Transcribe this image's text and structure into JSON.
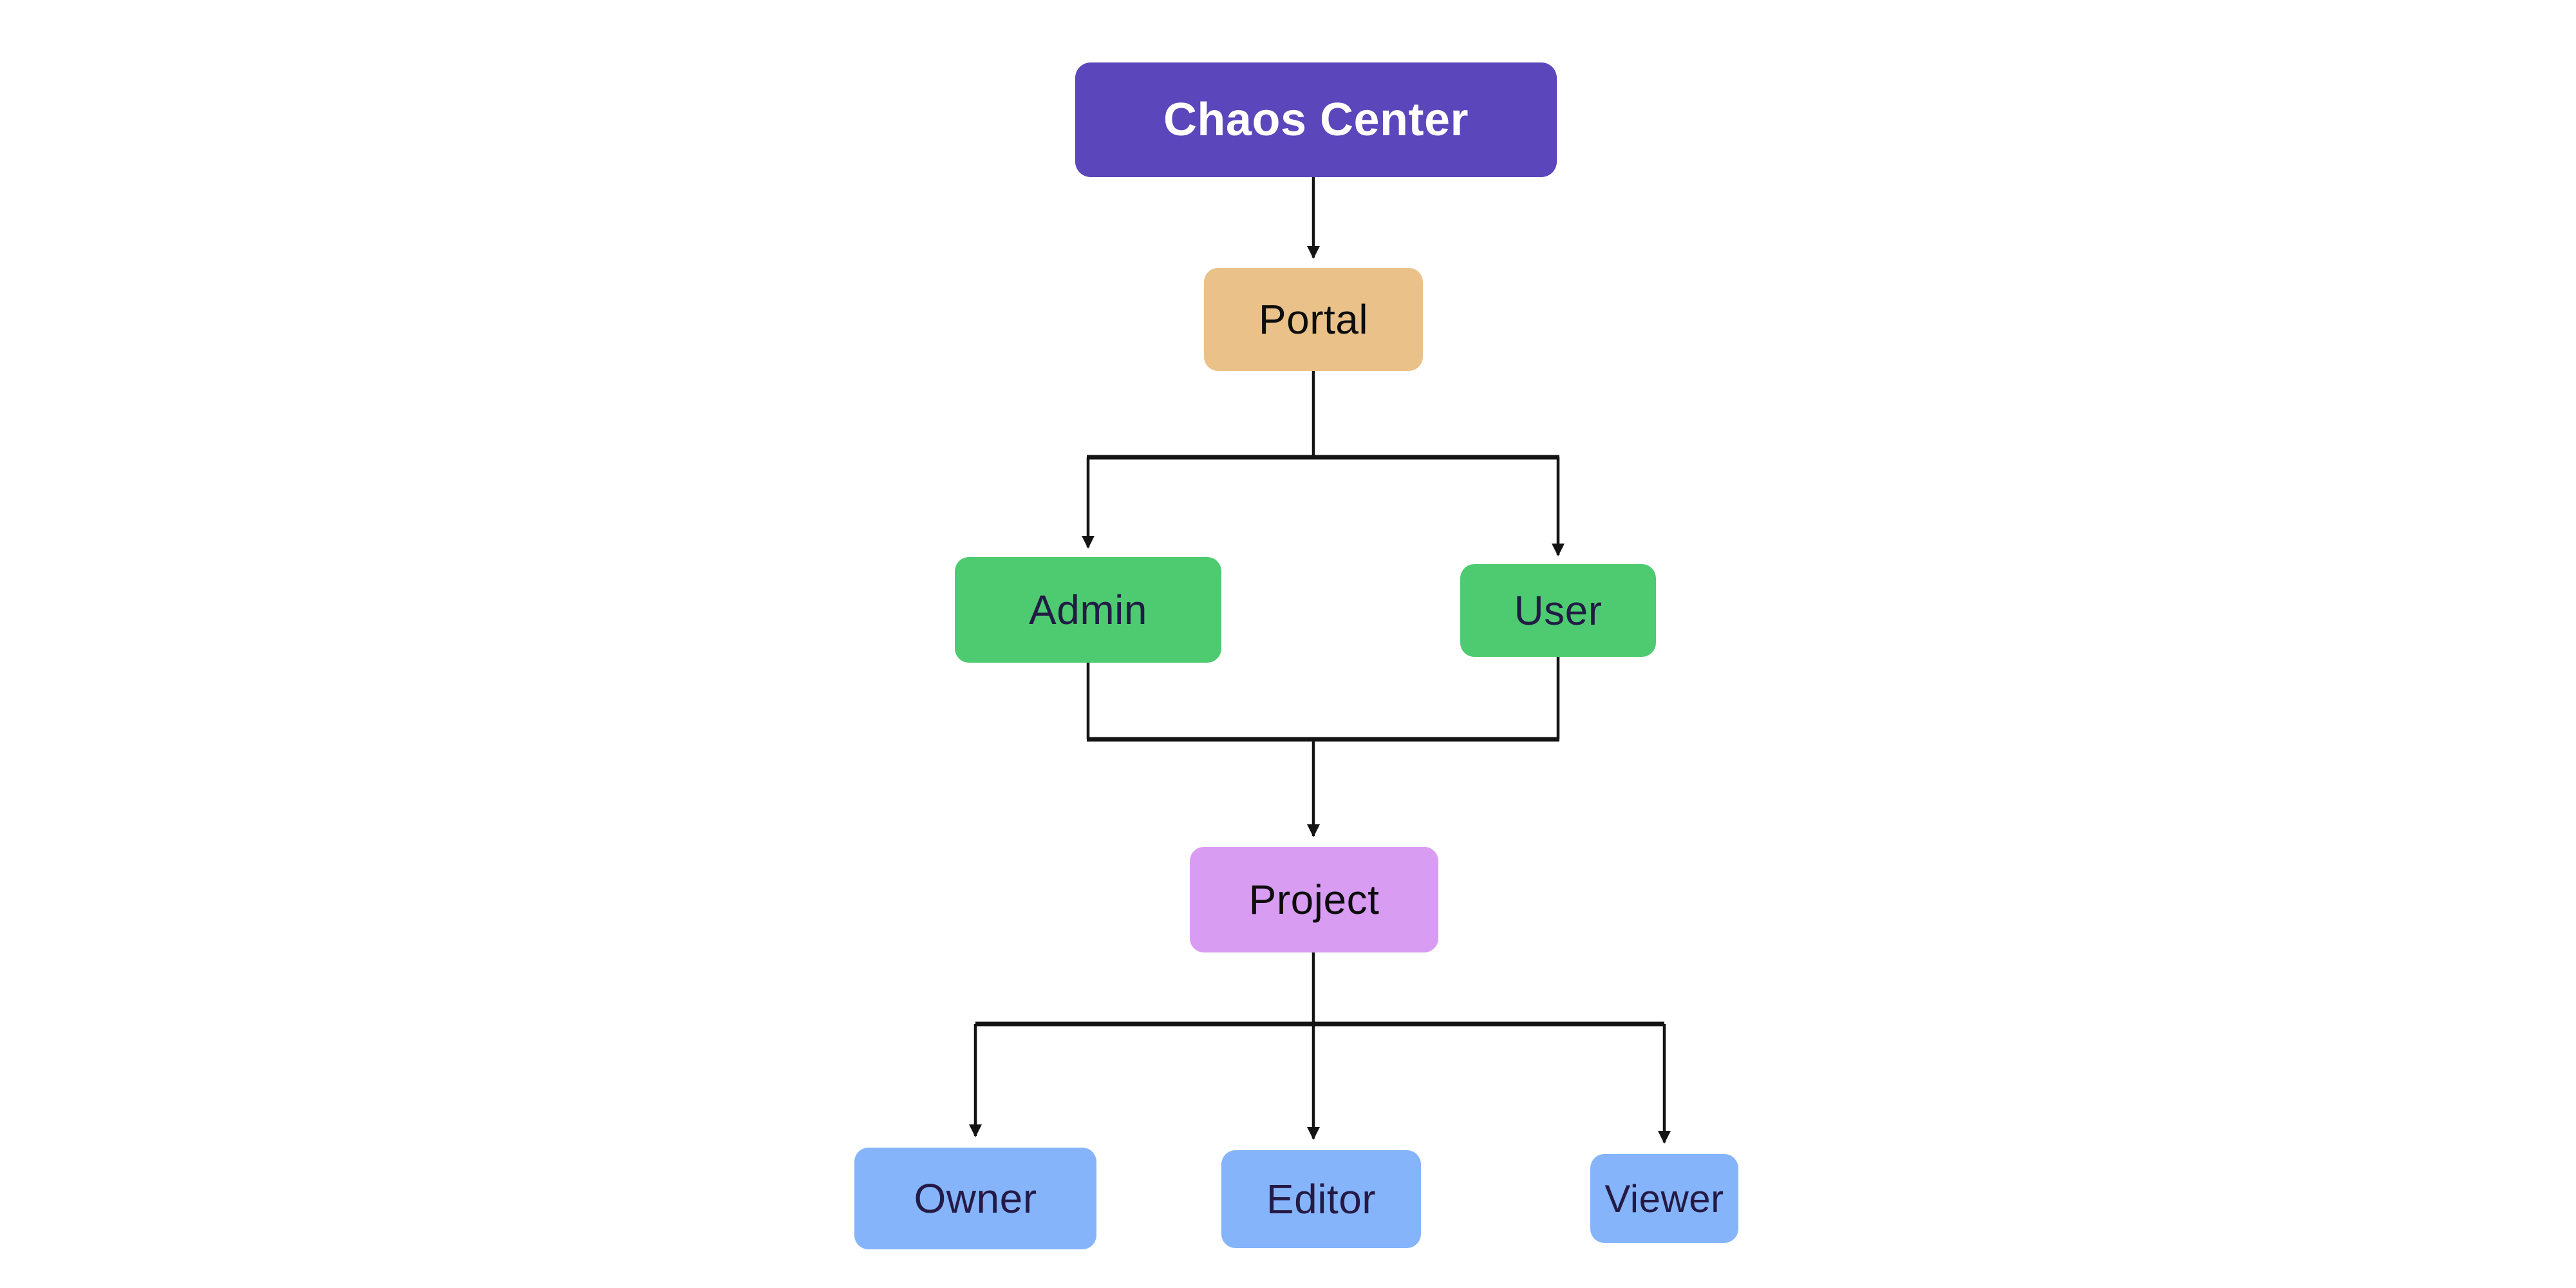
{
  "diagram": {
    "background": "#FFFFFF",
    "connector_color": "#141414",
    "nodes": [
      {
        "id": "chaos-center",
        "label": "Chaos Center",
        "fill": "#5B46BB",
        "text_color": "#FFFFFF"
      },
      {
        "id": "portal",
        "label": "Portal",
        "fill": "#E9C189",
        "text_color": "#0D0D0D"
      },
      {
        "id": "admin",
        "label": "Admin",
        "fill": "#4ECB71",
        "text_color": "#221B45"
      },
      {
        "id": "user",
        "label": "User",
        "fill": "#4ECB71",
        "text_color": "#221B45"
      },
      {
        "id": "project",
        "label": "Project",
        "fill": "#D89CF3",
        "text_color": "#0D0D0D"
      },
      {
        "id": "owner",
        "label": "Owner",
        "fill": "#85B4FA",
        "text_color": "#241A45"
      },
      {
        "id": "editor",
        "label": "Editor",
        "fill": "#85B4FA",
        "text_color": "#241A45"
      },
      {
        "id": "viewer",
        "label": "Viewer",
        "fill": "#85B4FA",
        "text_color": "#241A45"
      }
    ],
    "edges": [
      {
        "from": "chaos-center",
        "to": "portal"
      },
      {
        "from": "portal",
        "to": "admin"
      },
      {
        "from": "portal",
        "to": "user"
      },
      {
        "from": "admin",
        "to": "project"
      },
      {
        "from": "user",
        "to": "project"
      },
      {
        "from": "project",
        "to": "owner"
      },
      {
        "from": "project",
        "to": "editor"
      },
      {
        "from": "project",
        "to": "viewer"
      }
    ]
  }
}
